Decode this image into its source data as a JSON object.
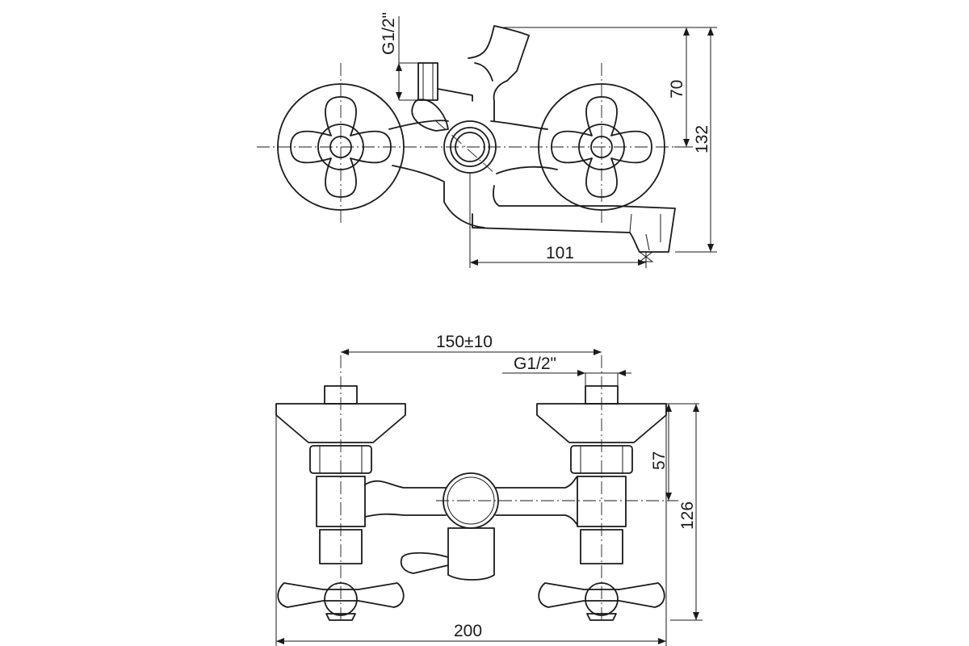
{
  "top_view": {
    "dims": {
      "thread": "G1/2\"",
      "height_70": "70",
      "height_132": "132",
      "spout_101": "101"
    }
  },
  "front_view": {
    "dims": {
      "spacing": "150±10",
      "thread": "G1/2\"",
      "height_57": "57",
      "height_126": "126",
      "width_200": "200"
    }
  }
}
